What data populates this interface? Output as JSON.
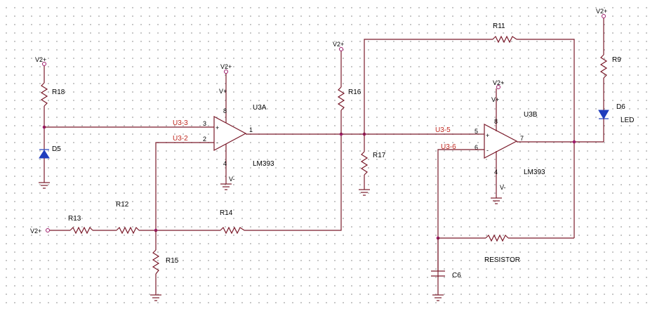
{
  "supplies": {
    "v2plus": "V2+",
    "vplus": "V+",
    "vminus": "V-"
  },
  "resistors": {
    "r18": "R18",
    "r16": "R16",
    "r11": "R11",
    "r9": "R9",
    "r17": "R17",
    "r13": "R13",
    "r12": "R12",
    "r14": "R14",
    "r15": "R15",
    "resistor": "RESISTOR"
  },
  "diodes": {
    "d5": "D5",
    "d6": "D6",
    "led": "LED"
  },
  "capacitors": {
    "c6": "C6"
  },
  "opamps": {
    "u3a": {
      "ref": "U3A",
      "part": "LM393",
      "pin_plus": "3",
      "pin_minus": "2",
      "pin_out": "1",
      "pin_vcc": "8",
      "pin_gnd": "4",
      "plus_sign": "+",
      "minus_sign": "-"
    },
    "u3b": {
      "ref": "U3B",
      "part": "LM393",
      "pin_plus": "5",
      "pin_minus": "6",
      "pin_out": "7",
      "pin_vcc": "8",
      "pin_gnd": "4",
      "plus_sign": "+",
      "minus_sign": "-"
    }
  },
  "nets": {
    "u3_3": "U3-3",
    "u3_2": "U3-2",
    "u3_5": "U3-5",
    "u3_6": "U3-6"
  }
}
